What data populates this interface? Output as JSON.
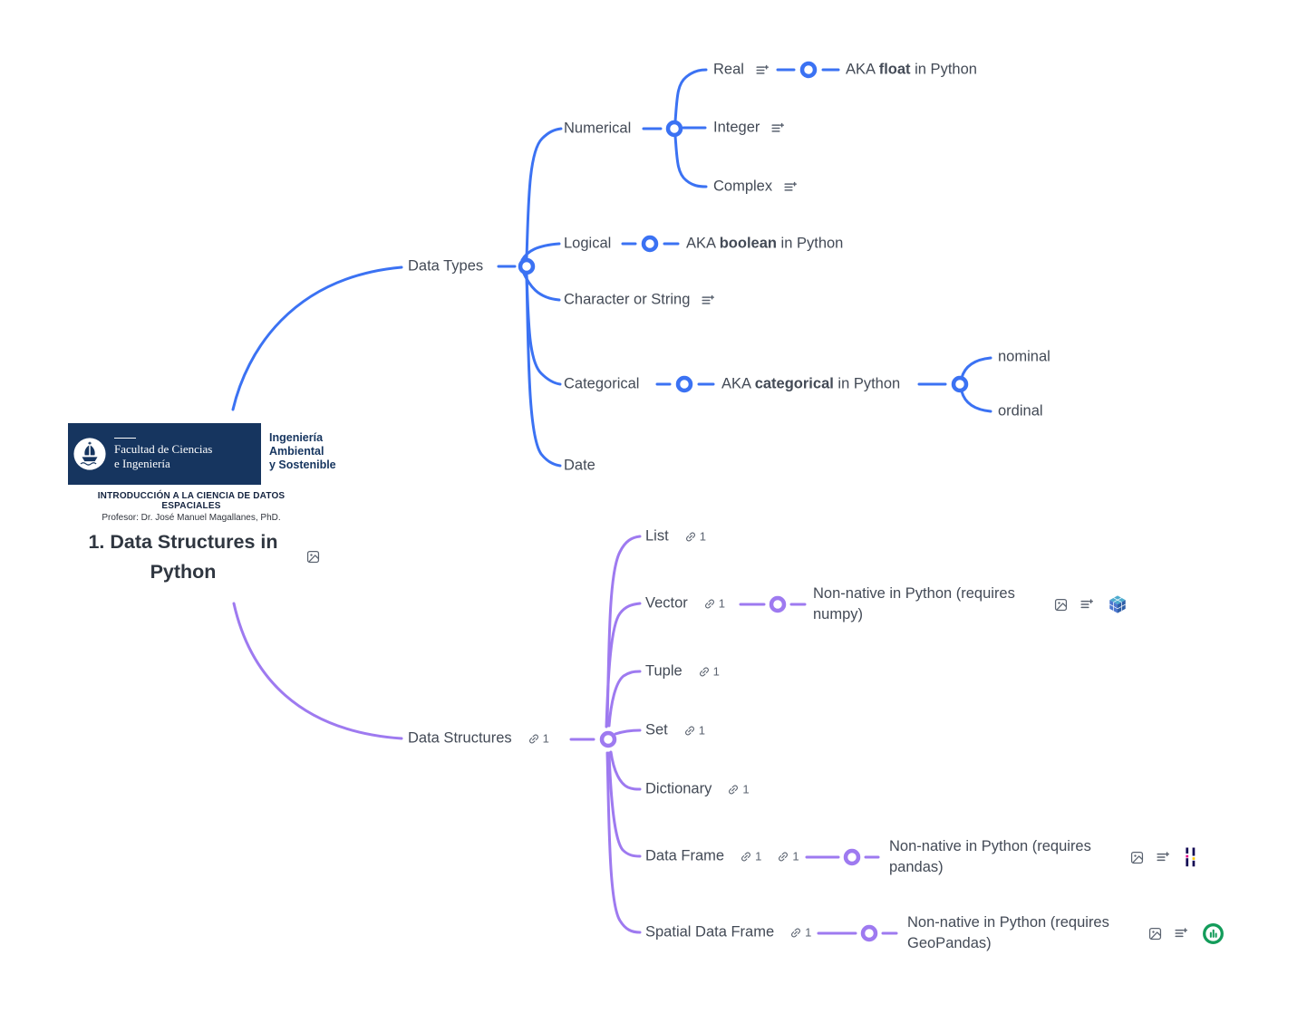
{
  "colors": {
    "branch_blue": "#3b72f3",
    "branch_purple": "#9e7af0",
    "node_text": "#434a56",
    "icon_gray": "#5b6370",
    "logo_navy": "#16355f",
    "numpy_blue": "#4d77cf",
    "pandas_navy": "#130754",
    "geopandas_green": "#139c5a"
  },
  "header": {
    "faculty_line1": "Facultad de Ciencias",
    "faculty_line2": "e Ingeniería",
    "program_line1": "Ingeniería",
    "program_line2": "Ambiental",
    "program_line3": "y Sostenible",
    "course_title": "INTRODUCCIÓN A LA CIENCIA DE DATOS ESPACIALES",
    "professor": "Profesor: Dr. José Manuel Magallanes, PhD."
  },
  "root": {
    "title": "1.  Data Structures in\nPython"
  },
  "data_types": {
    "label": "Data Types",
    "numerical": {
      "label": "Numerical",
      "real": {
        "label": "Real",
        "aka_prefix": "AKA ",
        "aka_bold": "float",
        "aka_suffix": " in Python"
      },
      "integer": {
        "label": "Integer"
      },
      "complex": {
        "label": "Complex"
      }
    },
    "logical": {
      "label": "Logical",
      "aka_prefix": "AKA ",
      "aka_bold": "boolean",
      "aka_suffix": " in Python"
    },
    "character_or_string": {
      "label": "Character or String"
    },
    "categorical": {
      "label": "Categorical",
      "aka_prefix": "AKA ",
      "aka_bold": "categorical",
      "aka_suffix": " in Python",
      "nominal_label": "nominal",
      "ordinal_label": "ordinal"
    },
    "date": {
      "label": "Date"
    }
  },
  "data_structures": {
    "label": "Data Structures",
    "link_count": "1",
    "list": {
      "label": "List",
      "link_count": "1"
    },
    "vector": {
      "label": "Vector",
      "link_count": "1",
      "note": "Non-native in Python (requires numpy)"
    },
    "tuple": {
      "label": "Tuple",
      "link_count": "1"
    },
    "set": {
      "label": "Set",
      "link_count": "1"
    },
    "dictionary": {
      "label": "Dictionary",
      "link_count": "1"
    },
    "data_frame": {
      "label": "Data Frame",
      "link_count_a": "1",
      "link_count_b": "1",
      "note": "Non-native in Python (requires pandas)"
    },
    "spatial_data_frame": {
      "label": "Spatial Data Frame",
      "link_count": "1",
      "note": "Non-native in Python (requires GeoPandas)"
    }
  },
  "icons": {
    "note": "note-icon",
    "link": "link-icon",
    "image": "image-icon",
    "numpy": "numpy-logo-icon",
    "pandas": "pandas-logo-icon",
    "geopandas": "geopandas-logo-icon",
    "ship": "ship-logo-icon"
  }
}
